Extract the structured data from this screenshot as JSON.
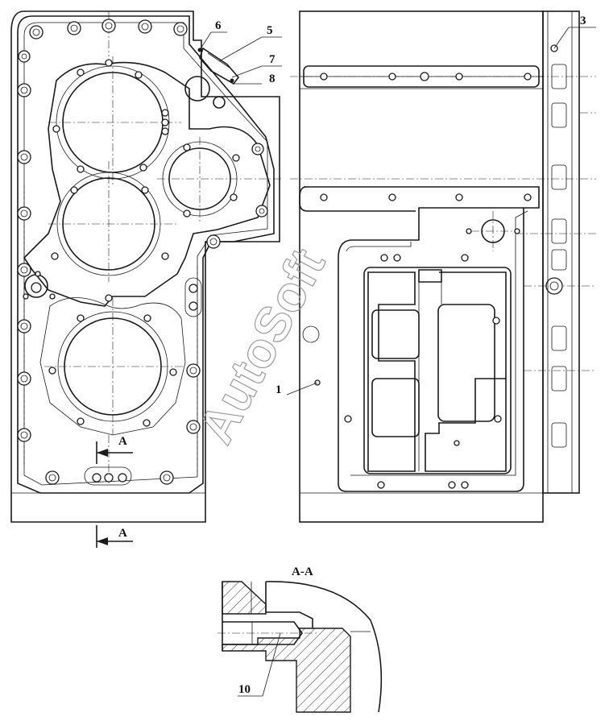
{
  "callouts": {
    "c1": "1",
    "c3": "3",
    "c5": "5",
    "c6": "6",
    "c7": "7",
    "c8": "8",
    "c10": "10"
  },
  "section": {
    "marker_upper": "A",
    "marker_lower": "A",
    "title": "A-A"
  },
  "watermark": "AutoSoft"
}
